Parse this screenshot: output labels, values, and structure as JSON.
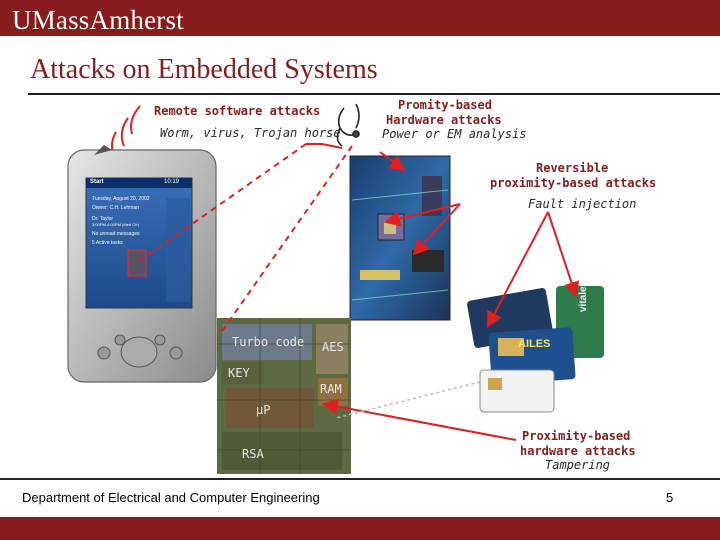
{
  "header": {
    "logo": "UMassAmherst",
    "title": "Attacks on Embedded Systems"
  },
  "labels": {
    "remote_title": "Remote software attacks",
    "remote_sub": "Worm, virus, Trojan horse",
    "proximity_hw_title_1": "Promity-based",
    "proximity_hw_title_2": "Hardware attacks",
    "proximity_hw_sub": "Power or EM analysis",
    "reversible_title_1": "Reversible",
    "reversible_title_2": "proximity-based attacks",
    "reversible_sub": "Fault injection",
    "tamper_title_1": "Proximity-based",
    "tamper_title_2": "hardware attacks",
    "tamper_sub": "Tampering"
  },
  "pda": {
    "brand": "Start",
    "time": "10:19",
    "date": "Tuesday, August 20, 2002",
    "owner": "Owner: C.H. Lehman",
    "contact": "Dr. Taylor",
    "contact_time": "3:00PM-4:00PM (Med Ctr)",
    "msgs": "No unread messages",
    "tasks": "5 Active tasks"
  },
  "chip": {
    "turbo": "Turbo code",
    "aes": "AES",
    "key": "KEY",
    "ram": "RAM",
    "up": "μP",
    "rsa": "RSA"
  },
  "cards": {
    "ailes": "AILES",
    "vitale": "vitale"
  },
  "footer": {
    "department": "Department of Electrical and Computer Engineering",
    "page": "5"
  }
}
